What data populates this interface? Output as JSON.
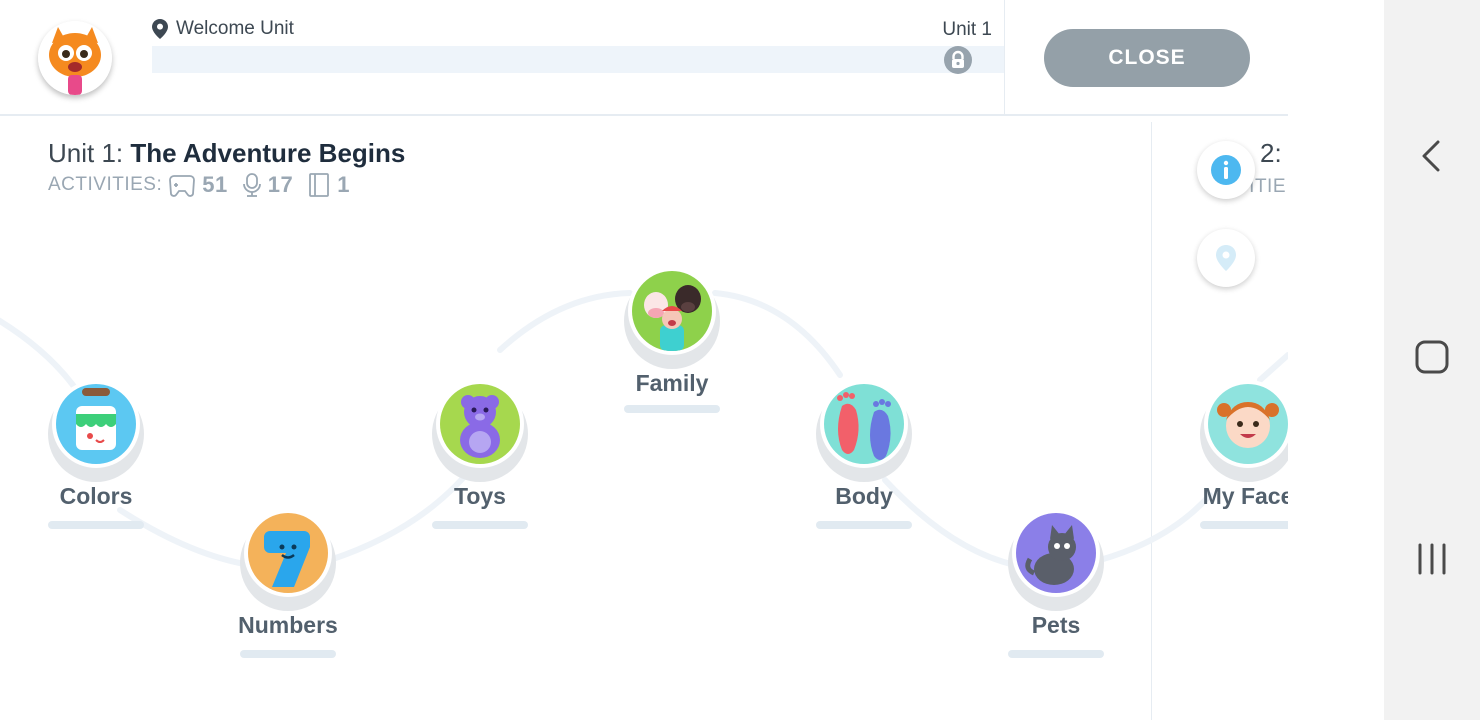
{
  "header": {
    "location_label": "Welcome Unit",
    "unit_label": "Unit 1",
    "close_label": "CLOSE"
  },
  "unit1": {
    "title_prefix": "Unit 1:",
    "title": "The Adventure Begins",
    "activities_label": "ACTIVITIES:",
    "games_count": "51",
    "speaking_count": "17",
    "books_count": "1"
  },
  "unit2": {
    "title_prefix": "2:",
    "activities_fragment": "VITIE"
  },
  "nodes": [
    {
      "label": "Colors",
      "color": "#5cc8f2",
      "icon": "paint-bucket-icon"
    },
    {
      "label": "Numbers",
      "color": "#f4b25a",
      "icon": "number-two-icon"
    },
    {
      "label": "Toys",
      "color": "#a6d84e",
      "icon": "teddy-bear-icon"
    },
    {
      "label": "Family",
      "color": "#8ed14b",
      "icon": "family-icon"
    },
    {
      "label": "Body",
      "color": "#7fe0d6",
      "icon": "footprints-icon"
    },
    {
      "label": "Pets",
      "color": "#8b7fe8",
      "icon": "cat-icon"
    },
    {
      "label": "My Face",
      "color": "#8fe3de",
      "icon": "girl-face-icon"
    }
  ],
  "colors": {
    "close_button": "#94a0a8",
    "info_button": "#4db8f0",
    "path": "#eef3f8",
    "progress_track": "#eef4fa"
  }
}
